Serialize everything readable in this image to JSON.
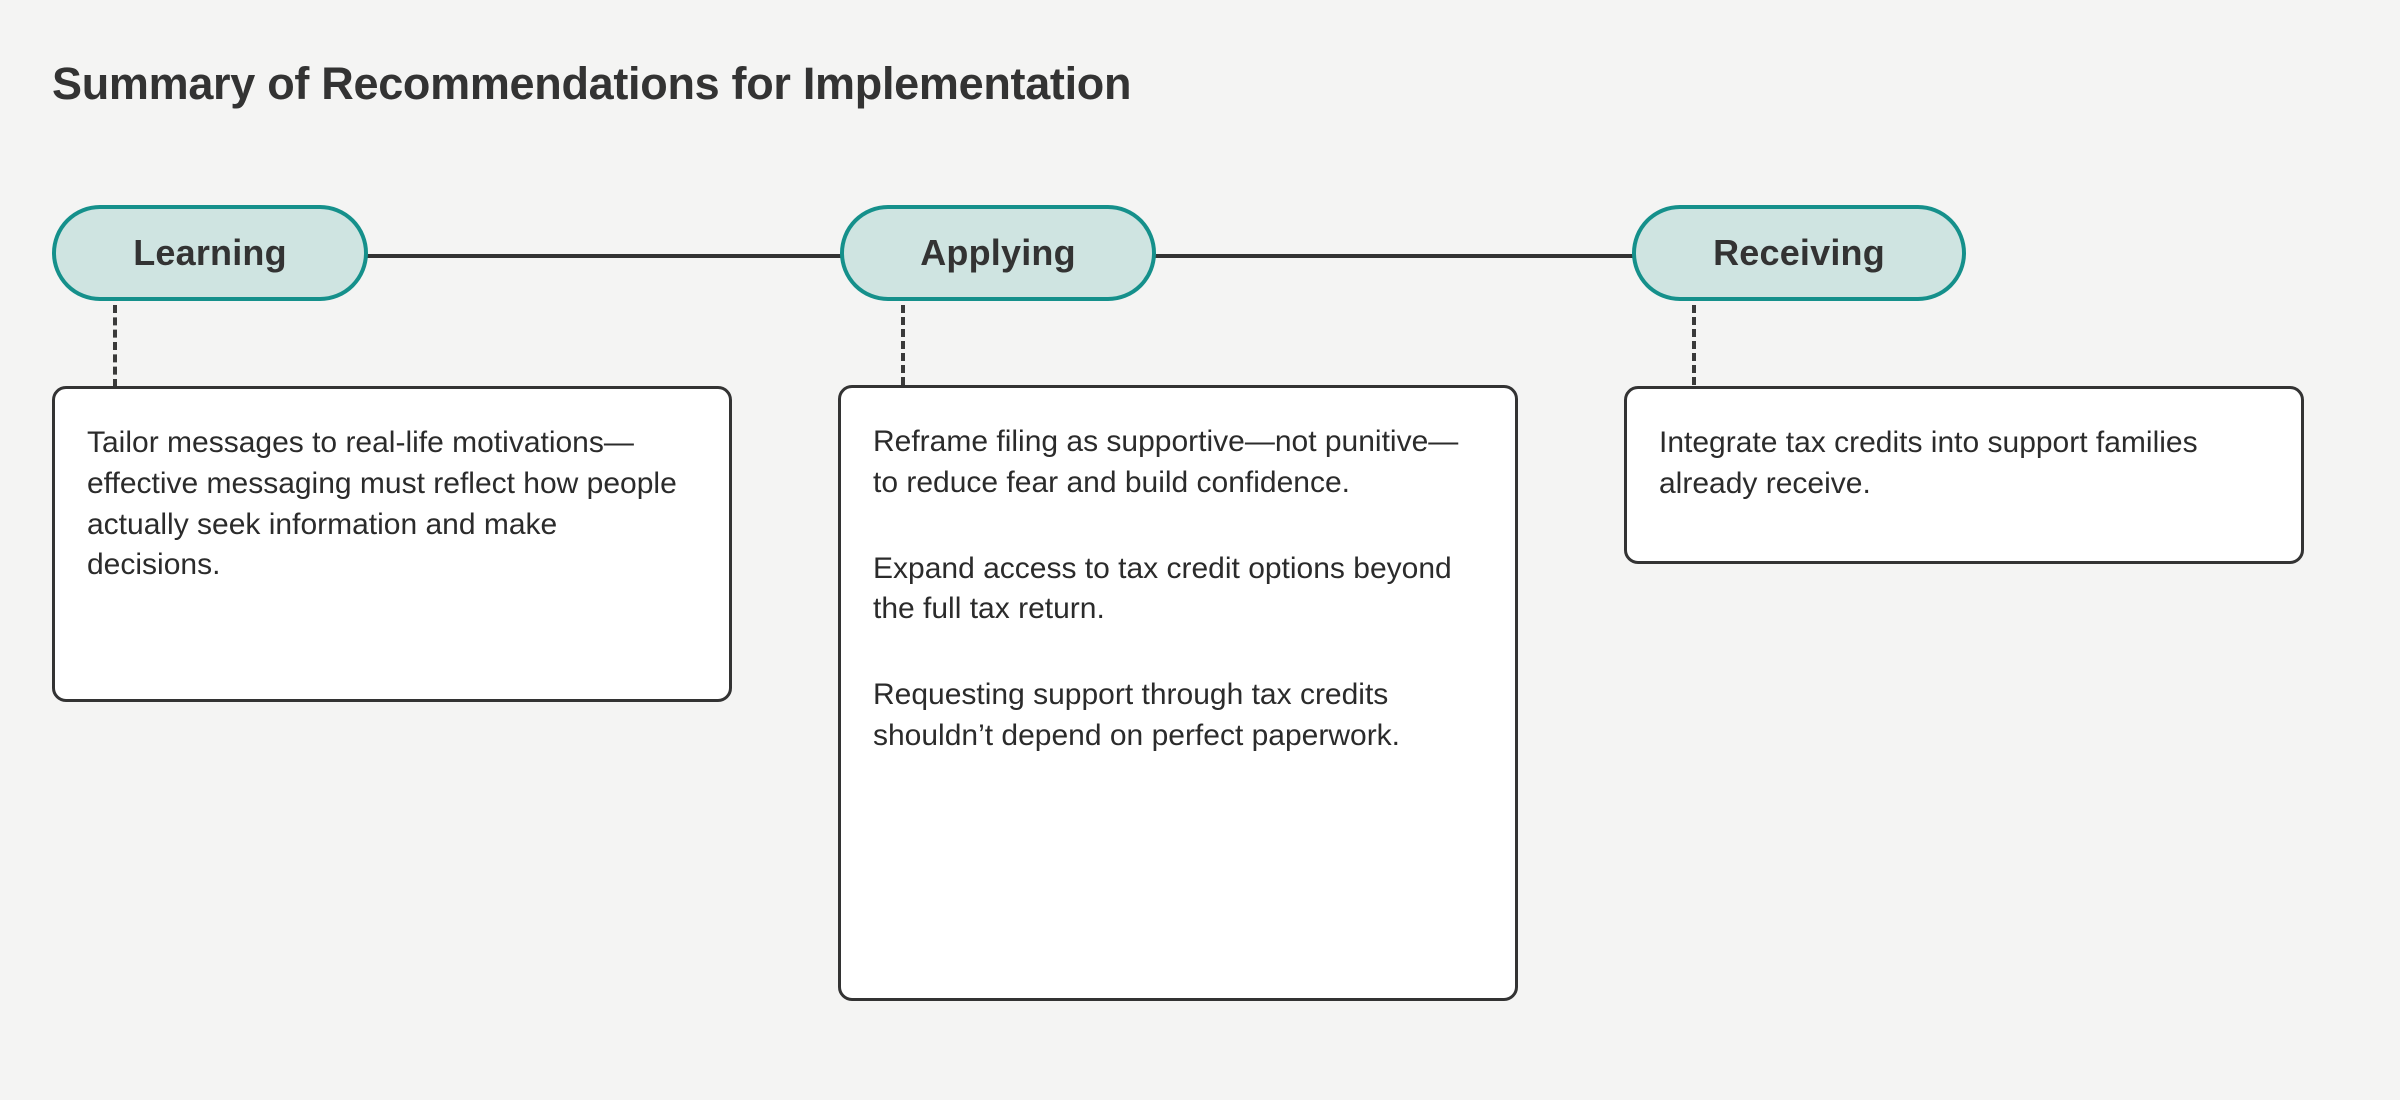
{
  "page": {
    "title": "Summary of Recommendations for Implementation",
    "background_color": "#f4f4f3"
  },
  "colors": {
    "pill_fill": "#cfe4e1",
    "pill_border": "#15908b",
    "card_border": "#333333",
    "card_fill": "#ffffff",
    "connector": "#333333",
    "text": "#2b2b2b"
  },
  "stages": [
    {
      "label": "Learning",
      "recommendations": [
        "Tailor messages to real-life motivations—effective messaging must reflect how people actually seek information and make decisions."
      ]
    },
    {
      "label": "Applying",
      "recommendations": [
        "Reframe filing as supportive—not punitive—to reduce fear and build confidence.",
        "Expand access to tax credit options beyond the full tax return.",
        "Requesting support through tax credits shouldn’t depend on perfect paperwork."
      ]
    },
    {
      "label": "Receiving",
      "recommendations": [
        "Integrate tax credits into support families already receive."
      ]
    }
  ]
}
